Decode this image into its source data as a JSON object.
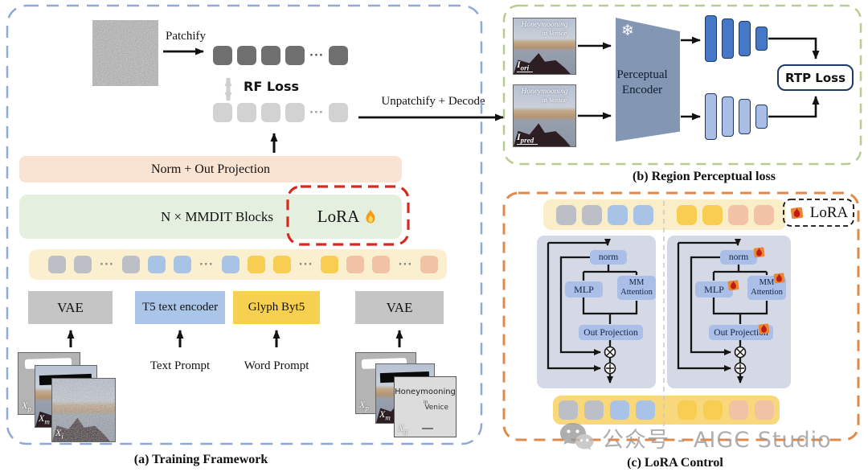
{
  "panel_a": {
    "caption": "(a) Training Framework",
    "patchify": "Patchify",
    "rf_loss": "RF Loss",
    "unpatchify": "Unpatchify + Decode",
    "norm_out": "Norm + Out Projection",
    "mmdit": "N × MMDIT Blocks",
    "lora": "LoRA",
    "vae_left": "VAE",
    "t5": "T5 text encoder",
    "glyph_byt5": "Glyph Byt5",
    "vae_right": "VAE",
    "text_prompt": "Text Prompt",
    "word_prompt": "Word Prompt",
    "patch_tokens_dark": [
      "dark",
      "dark",
      "dark",
      "dark",
      "dots",
      "dark"
    ],
    "patch_tokens_light": [
      "light",
      "light",
      "light",
      "light",
      "dots",
      "light"
    ],
    "tokens": [
      "gray",
      "gray",
      "dots",
      "gray",
      "blue",
      "blue",
      "dots",
      "blue",
      "yellow",
      "yellow",
      "dots",
      "yellow",
      "salmon",
      "salmon",
      "dots",
      "salmon"
    ],
    "stack_left": {
      "back": {
        "base": "X",
        "sub": "p"
      },
      "mid": {
        "base": "X",
        "sub": "m"
      },
      "front": {
        "base": "X",
        "sub": "i"
      }
    },
    "stack_right": {
      "back": {
        "base": "X",
        "sub": "p"
      },
      "mid": {
        "base": "X",
        "sub": "m"
      },
      "front": {
        "base": "X",
        "sub": "g"
      }
    },
    "glyph_card": {
      "line1": "Honeymooning",
      "line2": "in",
      "line3": "Venice"
    }
  },
  "panel_b": {
    "caption": "(b) Region Perceptual loss",
    "img_top": {
      "base": "I",
      "sub": "ori",
      "script1": "Honeymooning",
      "script2": "in Venice"
    },
    "img_bottom": {
      "base": "I",
      "sub": "pred",
      "script1": "Honeymooning",
      "script2": "in Venice"
    },
    "encoder_line1": "Perceptual",
    "encoder_line2": "Encoder",
    "snowflake": "❄",
    "rtp_loss": "RTP Loss"
  },
  "panel_c": {
    "caption": "(c) LoRA Control",
    "legend": "LoRA",
    "top_tokens": [
      "gray",
      "gray",
      "blue",
      "blue",
      "yellow",
      "yellow",
      "salmon",
      "salmon"
    ],
    "bottom_tokens": [
      "gray",
      "gray",
      "blue",
      "blue",
      "yellow",
      "yellow",
      "salmon",
      "salmon"
    ],
    "block_left": {
      "norm": "norm",
      "mlp": "MLP",
      "mm1": "MM",
      "mm2": "Attention",
      "out": "Out Projection"
    },
    "block_right": {
      "norm": "norm",
      "mlp": "MLP",
      "mm1": "MM",
      "mm2": "Attention",
      "out": "Out Projection"
    }
  },
  "watermark": {
    "text": "公众号 - AIGC Studio"
  },
  "colors": {
    "tokens": {
      "gray": "#bcc0c6",
      "blue": "#a9c3e6",
      "yellow": "#f8ce52",
      "salmon": "#f2c2a4",
      "dark": "#6f6f6f",
      "light": "#d2d2d2"
    },
    "panel_a_border": "#8fa9d6",
    "panel_b_border": "#b9cc8f",
    "panel_c_border": "#e0894a",
    "lora_dashed_border": "#d42a20",
    "peach_box": "#f9e3d2",
    "green_box": "#e5efdf",
    "strip_cream": "#faefcf",
    "strip_yellow": "#f8d87b",
    "vae_gray": "#c5c5c5",
    "t5_blue": "#abc5e8",
    "glyph_yellow": "#f8d050",
    "encoder_slate": "#8396b4",
    "bar_dark": "#4678c8",
    "bar_light": "#aabde4",
    "block_bg": "#d5d9e5",
    "inner_box_blue": "#a9bfe7"
  }
}
